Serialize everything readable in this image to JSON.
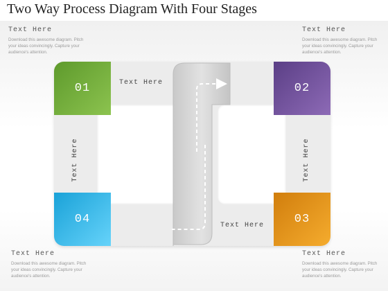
{
  "title": "Two Way Process Diagram With Four Stages",
  "corners": [
    {
      "heading": "Text Here",
      "body": "Download this awesome diagram. Pitch your ideas convincingly. Capture your audience's attention."
    },
    {
      "heading": "Text Here",
      "body": "Download this awesome diagram. Pitch your ideas convincingly. Capture your audience's attention."
    },
    {
      "heading": "Text Here",
      "body": "Download this awesome diagram. Pitch your ideas convincingly. Capture your audience's attention."
    },
    {
      "heading": "Text Here",
      "body": "Download this awesome diagram. Pitch your ideas convincingly. Capture your audience's attention."
    }
  ],
  "stages": [
    {
      "number": "01",
      "color": "#7db443"
    },
    {
      "number": "02",
      "color": "#7a58a6"
    },
    {
      "number": "03",
      "color": "#e8971c"
    },
    {
      "number": "04",
      "color": "#3ec0f0"
    }
  ],
  "segments": {
    "top": "Text Here",
    "right": "Text Here",
    "bottom": "Text Here",
    "left": "Text Here"
  }
}
